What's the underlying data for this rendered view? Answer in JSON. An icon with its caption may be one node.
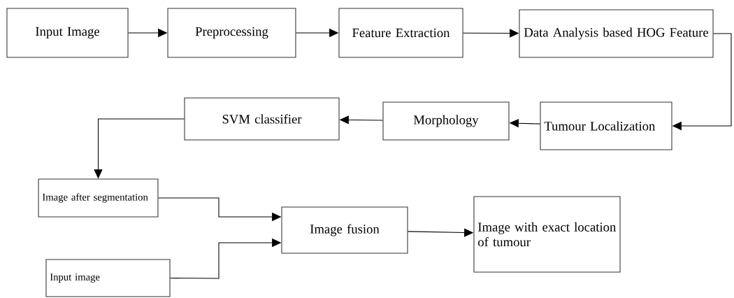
{
  "diagram": {
    "nodes": [
      {
        "text": [
          "Input Image"
        ]
      },
      {
        "text": [
          "Preprocessing"
        ]
      },
      {
        "text": [
          "Feature Extraction"
        ]
      },
      {
        "text": [
          "Data Analysis based HOG Feature"
        ]
      },
      {
        "text": [
          "Tumour Localization"
        ]
      },
      {
        "text": [
          "Morphology"
        ]
      },
      {
        "text": [
          "SVM classifier"
        ]
      },
      {
        "text": [
          "Image after segmentation"
        ]
      },
      {
        "text": [
          "Image fusion"
        ]
      },
      {
        "text": [
          "Image with exact location of tumour"
        ]
      },
      {
        "text": [
          "Input image"
        ]
      }
    ],
    "edges": [
      {
        "from": 0,
        "to": 1,
        "arrow": "to"
      },
      {
        "from": 1,
        "to": 2,
        "arrow": "to"
      },
      {
        "from": 2,
        "to": 3,
        "arrow": "to"
      },
      {
        "from": 3,
        "to": 4,
        "arrow": "to"
      },
      {
        "from": 4,
        "to": 5,
        "arrow": "to"
      },
      {
        "from": 5,
        "to": 6,
        "arrow": "to"
      },
      {
        "from": 6,
        "to": 7,
        "arrow": "to"
      },
      {
        "from": 7,
        "to": 8,
        "arrow": "to"
      },
      {
        "from": 10,
        "to": 8,
        "arrow": "to"
      },
      {
        "from": 8,
        "to": 9,
        "arrow": "to"
      }
    ]
  }
}
